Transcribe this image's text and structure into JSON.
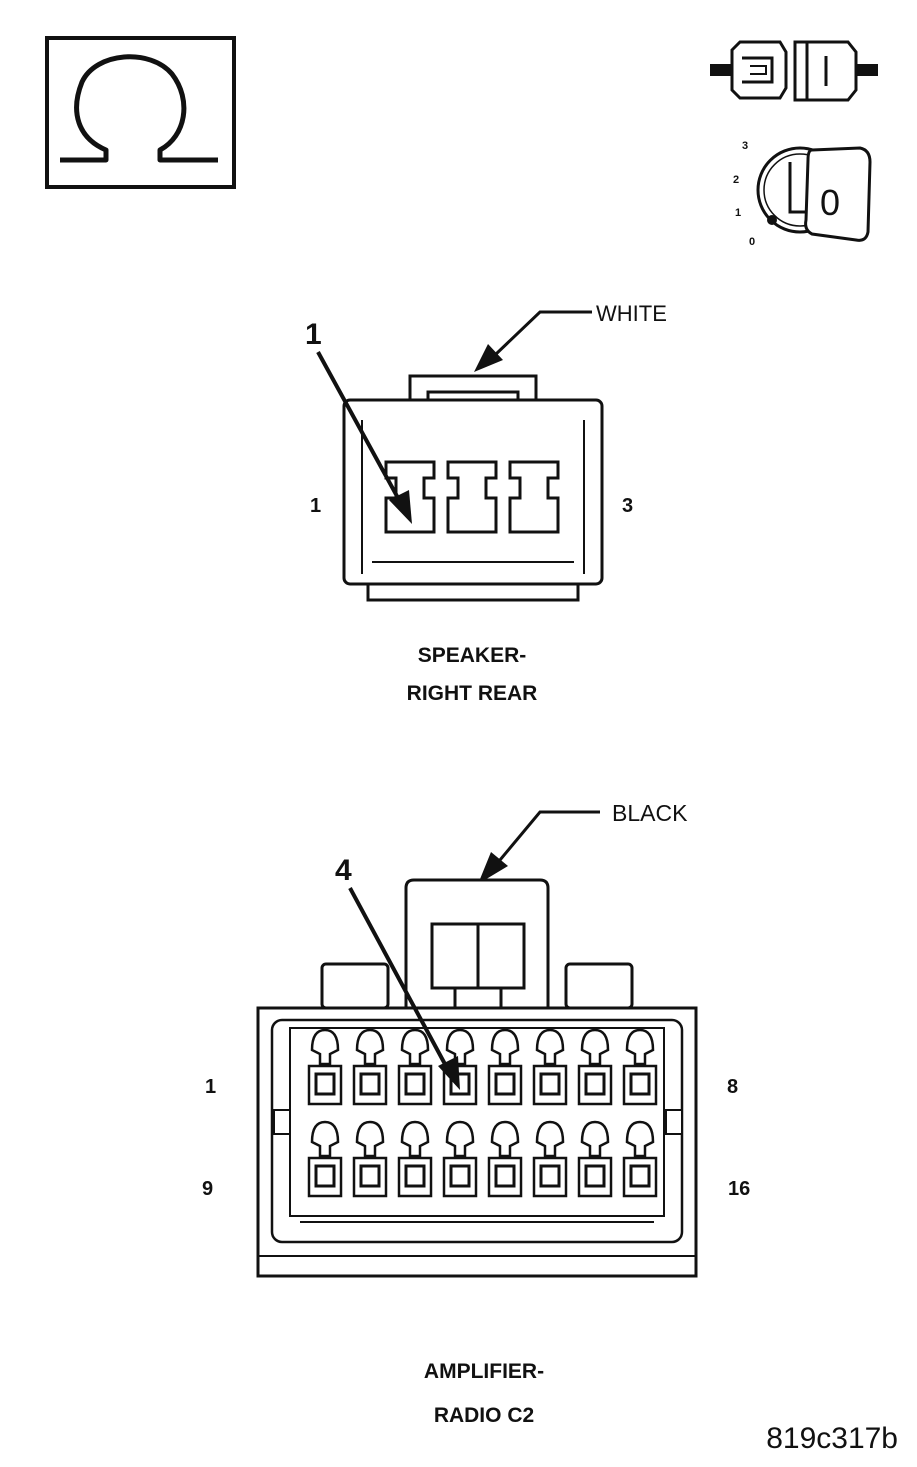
{
  "top_icons": {
    "ohm_icon": "ohm-symbol-icon",
    "disconnect_icon": "connector-disconnect-icon",
    "ignition_icon": "ignition-key-icon",
    "ignition_positions": [
      "3",
      "2",
      "1",
      "0"
    ],
    "key_label": "0"
  },
  "speaker_connector": {
    "color_callout": "WHITE",
    "pointer_number": "1",
    "pin_left": "1",
    "pin_right": "3",
    "caption_line1": "SPEAKER-",
    "caption_line2": "RIGHT REAR"
  },
  "amp_connector": {
    "color_callout": "BLACK",
    "pointer_number": "4",
    "pin_top_left": "1",
    "pin_top_right": "8",
    "pin_bottom_left": "9",
    "pin_bottom_right": "16",
    "caption_line1": "AMPLIFIER-",
    "caption_line2": "RADIO C2"
  },
  "figure_id": "819c317b"
}
